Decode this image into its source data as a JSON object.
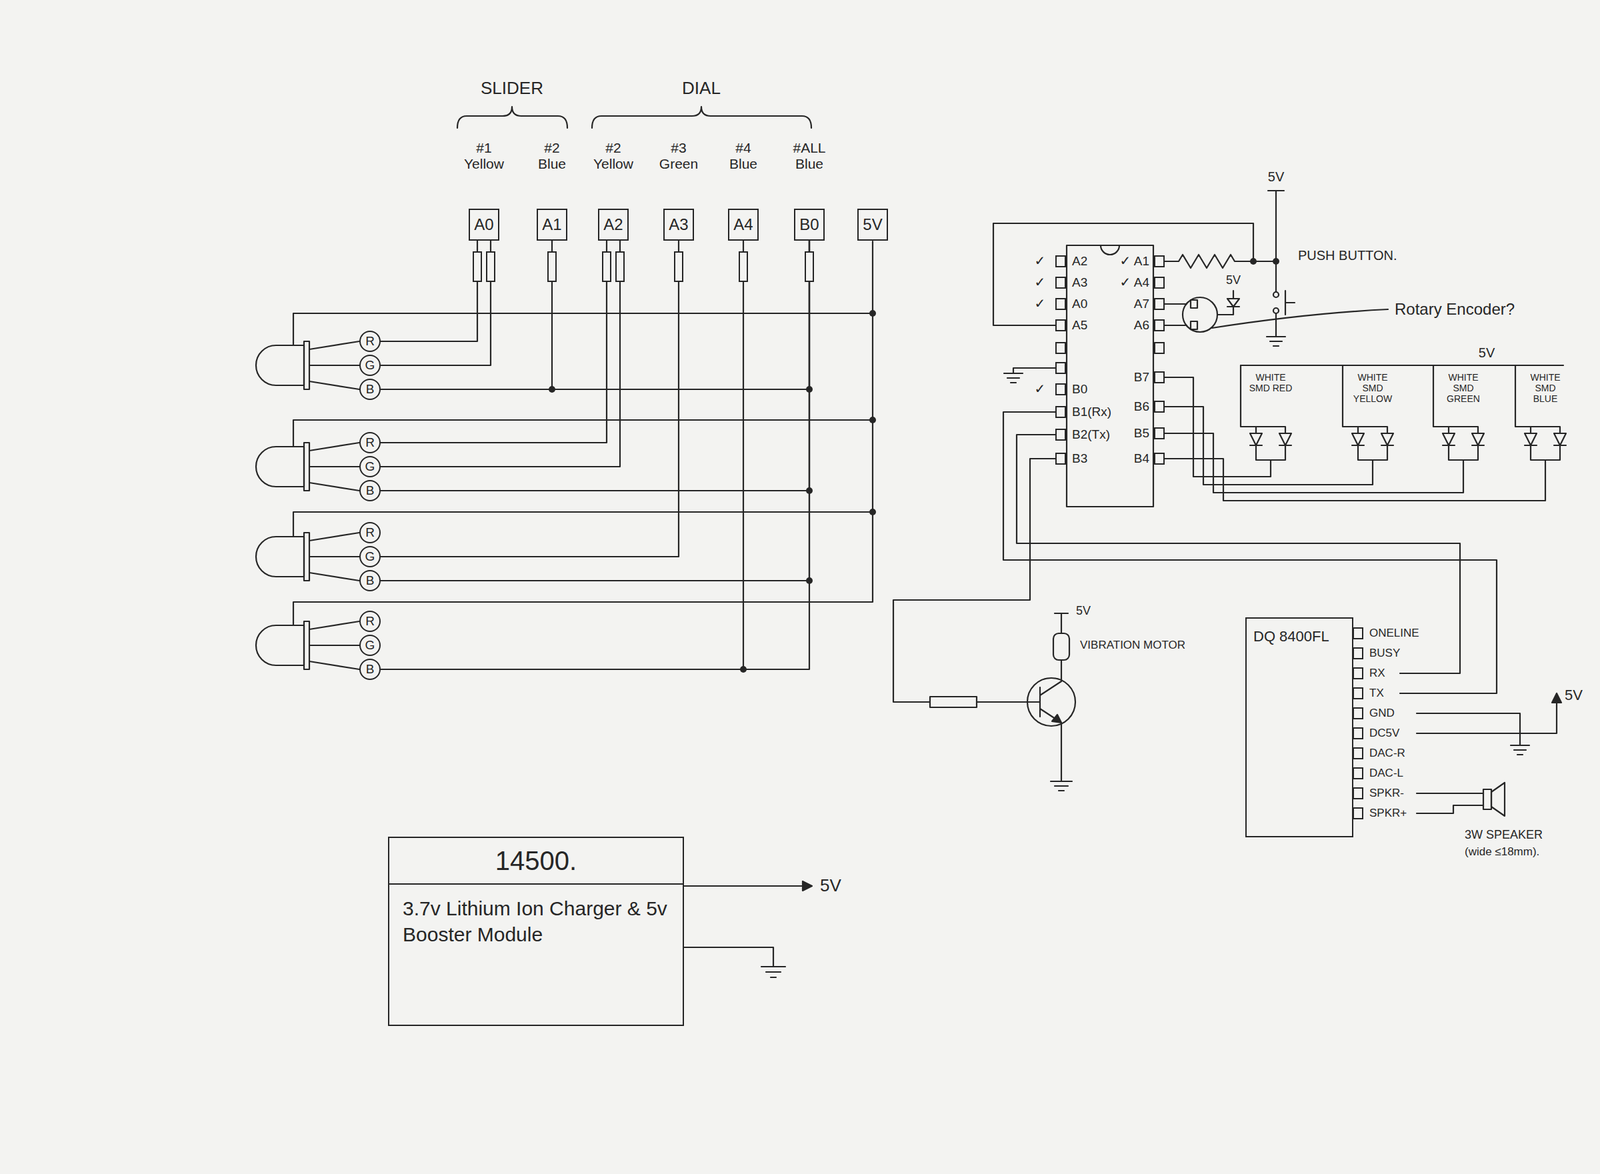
{
  "diagram": {
    "nodes": [
      {
        "text": [
          "A0"
        ]
      },
      {
        "text": [
          "A1"
        ]
      },
      {
        "text": [
          "A2"
        ]
      },
      {
        "text": [
          "A3"
        ]
      },
      {
        "text": [
          "A4"
        ]
      },
      {
        "text": [
          "B0"
        ]
      },
      {
        "text": [
          "5V"
        ]
      },
      {
        "text": [
          "R"
        ]
      },
      {
        "text": [
          "G"
        ]
      },
      {
        "text": [
          "B"
        ]
      },
      {
        "text": [
          "R"
        ]
      },
      {
        "text": [
          "G"
        ]
      },
      {
        "text": [
          "B"
        ]
      },
      {
        "text": [
          "R"
        ]
      },
      {
        "text": [
          "G"
        ]
      },
      {
        "text": [
          "B"
        ]
      },
      {
        "text": [
          "R"
        ]
      },
      {
        "text": [
          "G"
        ]
      },
      {
        "text": [
          "B"
        ]
      },
      {
        "text": [
          "DQ 8400FL"
        ]
      },
      {
        "text": [
          "14500.",
          "3.7v Lithium Ion Charger & 5v Booster Module"
        ]
      }
    ],
    "edges": [
      {
        "from": 0,
        "to": 7,
        "arrow": "none"
      },
      {
        "from": 0,
        "to": 8,
        "arrow": "none"
      },
      {
        "from": 1,
        "to": 9,
        "arrow": "none"
      },
      {
        "from": 5,
        "to": 9,
        "arrow": "none"
      },
      {
        "from": 2,
        "to": 10,
        "arrow": "none"
      },
      {
        "from": 2,
        "to": 11,
        "arrow": "none"
      },
      {
        "from": 5,
        "to": 12,
        "arrow": "none"
      },
      {
        "from": 3,
        "to": 14,
        "arrow": "none"
      },
      {
        "from": 5,
        "to": 15,
        "arrow": "none"
      },
      {
        "from": 4,
        "to": 18,
        "arrow": "none"
      },
      {
        "from": 5,
        "to": 18,
        "arrow": "none"
      }
    ],
    "labels": [
      "SLIDER",
      "DIAL",
      "#1 Yellow",
      "#2 Blue",
      "#2 Yellow",
      "#3 Green",
      "#4 Blue",
      "#ALL Blue",
      "A2",
      "A3",
      "A0",
      "A5",
      "B0",
      "B1(Rx)",
      "B2(Tx)",
      "B3",
      "A1",
      "A4",
      "A7",
      "A6",
      "B7",
      "B6",
      "B5",
      "B4",
      "✓",
      "✓",
      "✓",
      "✓",
      "✓",
      "✓",
      "5V",
      "PUSH BUTTON.",
      "5V",
      "Rotary Encoder?",
      "5V",
      "WHITE SMD RED",
      "WHITE SMD YELLOW",
      "WHITE SMD GREEN",
      "WHITE SMD BLUE",
      "5V",
      "VIBRATION MOTOR",
      "ONELINE",
      "BUSY",
      "RX",
      "TX",
      "GND",
      "DC5V",
      "DAC-R",
      "DAC-L",
      "SPKR-",
      "SPKR+",
      "5V",
      "3W SPEAKER",
      "(wide ≤18mm).",
      "5V"
    ]
  }
}
